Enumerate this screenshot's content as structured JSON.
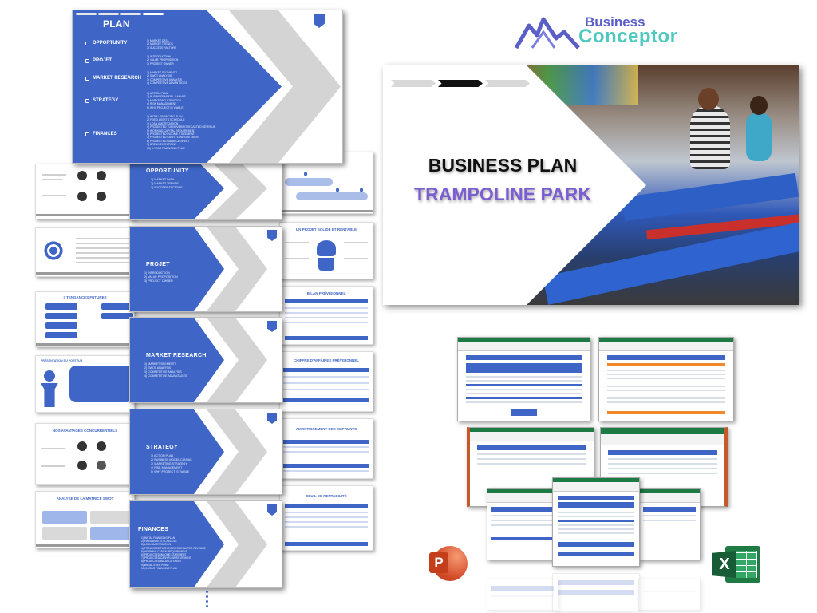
{
  "logo": {
    "line1": "Business",
    "line2": "Conceptor",
    "colors": {
      "mountain": "#5a5fc8",
      "line1": "#5a5fc8",
      "line2": "#4fc9c0"
    }
  },
  "cover": {
    "title": "BUSINESS PLAN",
    "subtitle": "TRAMPOLINE PARK",
    "colors": {
      "title": "#111111",
      "subtitle": "#7b5fd1"
    }
  },
  "plan_slide": {
    "title": "PLAN",
    "sections": [
      {
        "label": "OPPORTUNITY",
        "items": [
          "1) MARKET DATA",
          "2) MARKET TRENDS",
          "3) SUCCESS FACTORS"
        ]
      },
      {
        "label": "PROJET",
        "items": [
          "1) INTRODUCTION",
          "2) VALUE PROPOSITION",
          "3) PROJECT OWNER"
        ]
      },
      {
        "label": "MARKET RESEARCH",
        "items": [
          "1) MARKET SEGMENTS",
          "2) SWOT ANALYSIS",
          "3) COMPETITIVE ANALYSIS",
          "4) COMPETITIVE ADVANTAGES"
        ]
      },
      {
        "label": "STRATEGY",
        "items": [
          "1) ACTION PLAN",
          "2) BUSINESS MODEL CANVAS",
          "3) MARKETING STRATEGY",
          "4) RISK MANAGEMENT",
          "5) WHY PROJECT IS VIABLE"
        ]
      },
      {
        "label": "FINANCES",
        "items": [
          "1) INITIAL FINANCING PLAN",
          "2) FIXED ASSETS SCHEDULE",
          "3) LOAN AMORTIZATION",
          "4) PROJECTED TURNOVER/FORECASTED REVENUE",
          "5) WORKING CAPITAL REQUIREMENT",
          "6) PROJECTED INCOME STATEMENT",
          "7) PROJECTED CASH FLOW STATEMENT",
          "8) PROJECTED BALANCE SHEET",
          "9) BREAK-EVEN POINT",
          "10) 5-YEAR FINANCING PLAN"
        ]
      }
    ]
  },
  "section_slides": [
    {
      "title": "OPPORTUNITY",
      "items": [
        "1) MARKET DATA",
        "2) MARKET TRENDS",
        "3) SUCCESS FACTORS"
      ]
    },
    {
      "title": "PROJET",
      "items": [
        "1) INTRODUCTION",
        "2) VALUE PROPOSITION",
        "3) PROJECT OWNER"
      ]
    },
    {
      "title": "MARKET RESEARCH",
      "items": [
        "1) MARKET SEGMENTS",
        "2) SWOT ANALYSIS",
        "3) COMPETITIVE ANALYSIS",
        "4) COMPETITIVE ADVANTAGES"
      ]
    },
    {
      "title": "STRATEGY",
      "items": [
        "1) ACTION PLAN",
        "2) BUSINESS MODEL CANVAS",
        "3) MARKETING STRATEGY",
        "4) RISK MANAGEMENT",
        "5) WHY PROJECT IS VIABLE"
      ]
    },
    {
      "title": "FINANCES",
      "items": [
        "1) INITIAL FINANCING PLAN",
        "2) FIXED ASSETS SCHEDULE",
        "3) LOAN AMORTIZATION",
        "4) PROJECTED TURNOVER/FORECASTED REVENUE",
        "5) WORKING CAPITAL REQUIREMENT",
        "6) PROJECTED INCOME STATEMENT",
        "7) PROJECTED CASH FLOW STATEMENT",
        "8) PROJECTED BALANCE SHEET",
        "9) BREAK-EVEN POINT",
        "10) 5-YEAR FINANCING PLAN"
      ]
    }
  ],
  "right_thumbnails": [
    {
      "title": "UN PROJET SOLIDE ET RENTABLE"
    },
    {
      "title": "BILAN PRÉVISIONNEL"
    },
    {
      "title": "CHIFFRE D'AFFAIRES PRÉVISIONNEL"
    },
    {
      "title": "AMORTISSEMENT DES EMPRUNTS"
    },
    {
      "title": "SEUIL DE RENTABILITÉ"
    }
  ],
  "left_thumbnails": [
    {
      "title": ""
    },
    {
      "title": ""
    },
    {
      "title": "3 TENDANCES FUTURES"
    },
    {
      "title": "PRÉSENTATION DU PORTEUR"
    },
    {
      "title": "NOS AVANTAGES CONCURRENTIELS"
    },
    {
      "title": "ANALYSE DE LA MATRICE SWOT"
    }
  ],
  "app_icons": {
    "powerpoint": "P",
    "excel": "X"
  },
  "colors": {
    "slide_blue": "#3f66c7",
    "chevron_gray": "#d4d4d4",
    "excel_green": "#1e7a45",
    "accent_orange": "#ef8a2a"
  }
}
